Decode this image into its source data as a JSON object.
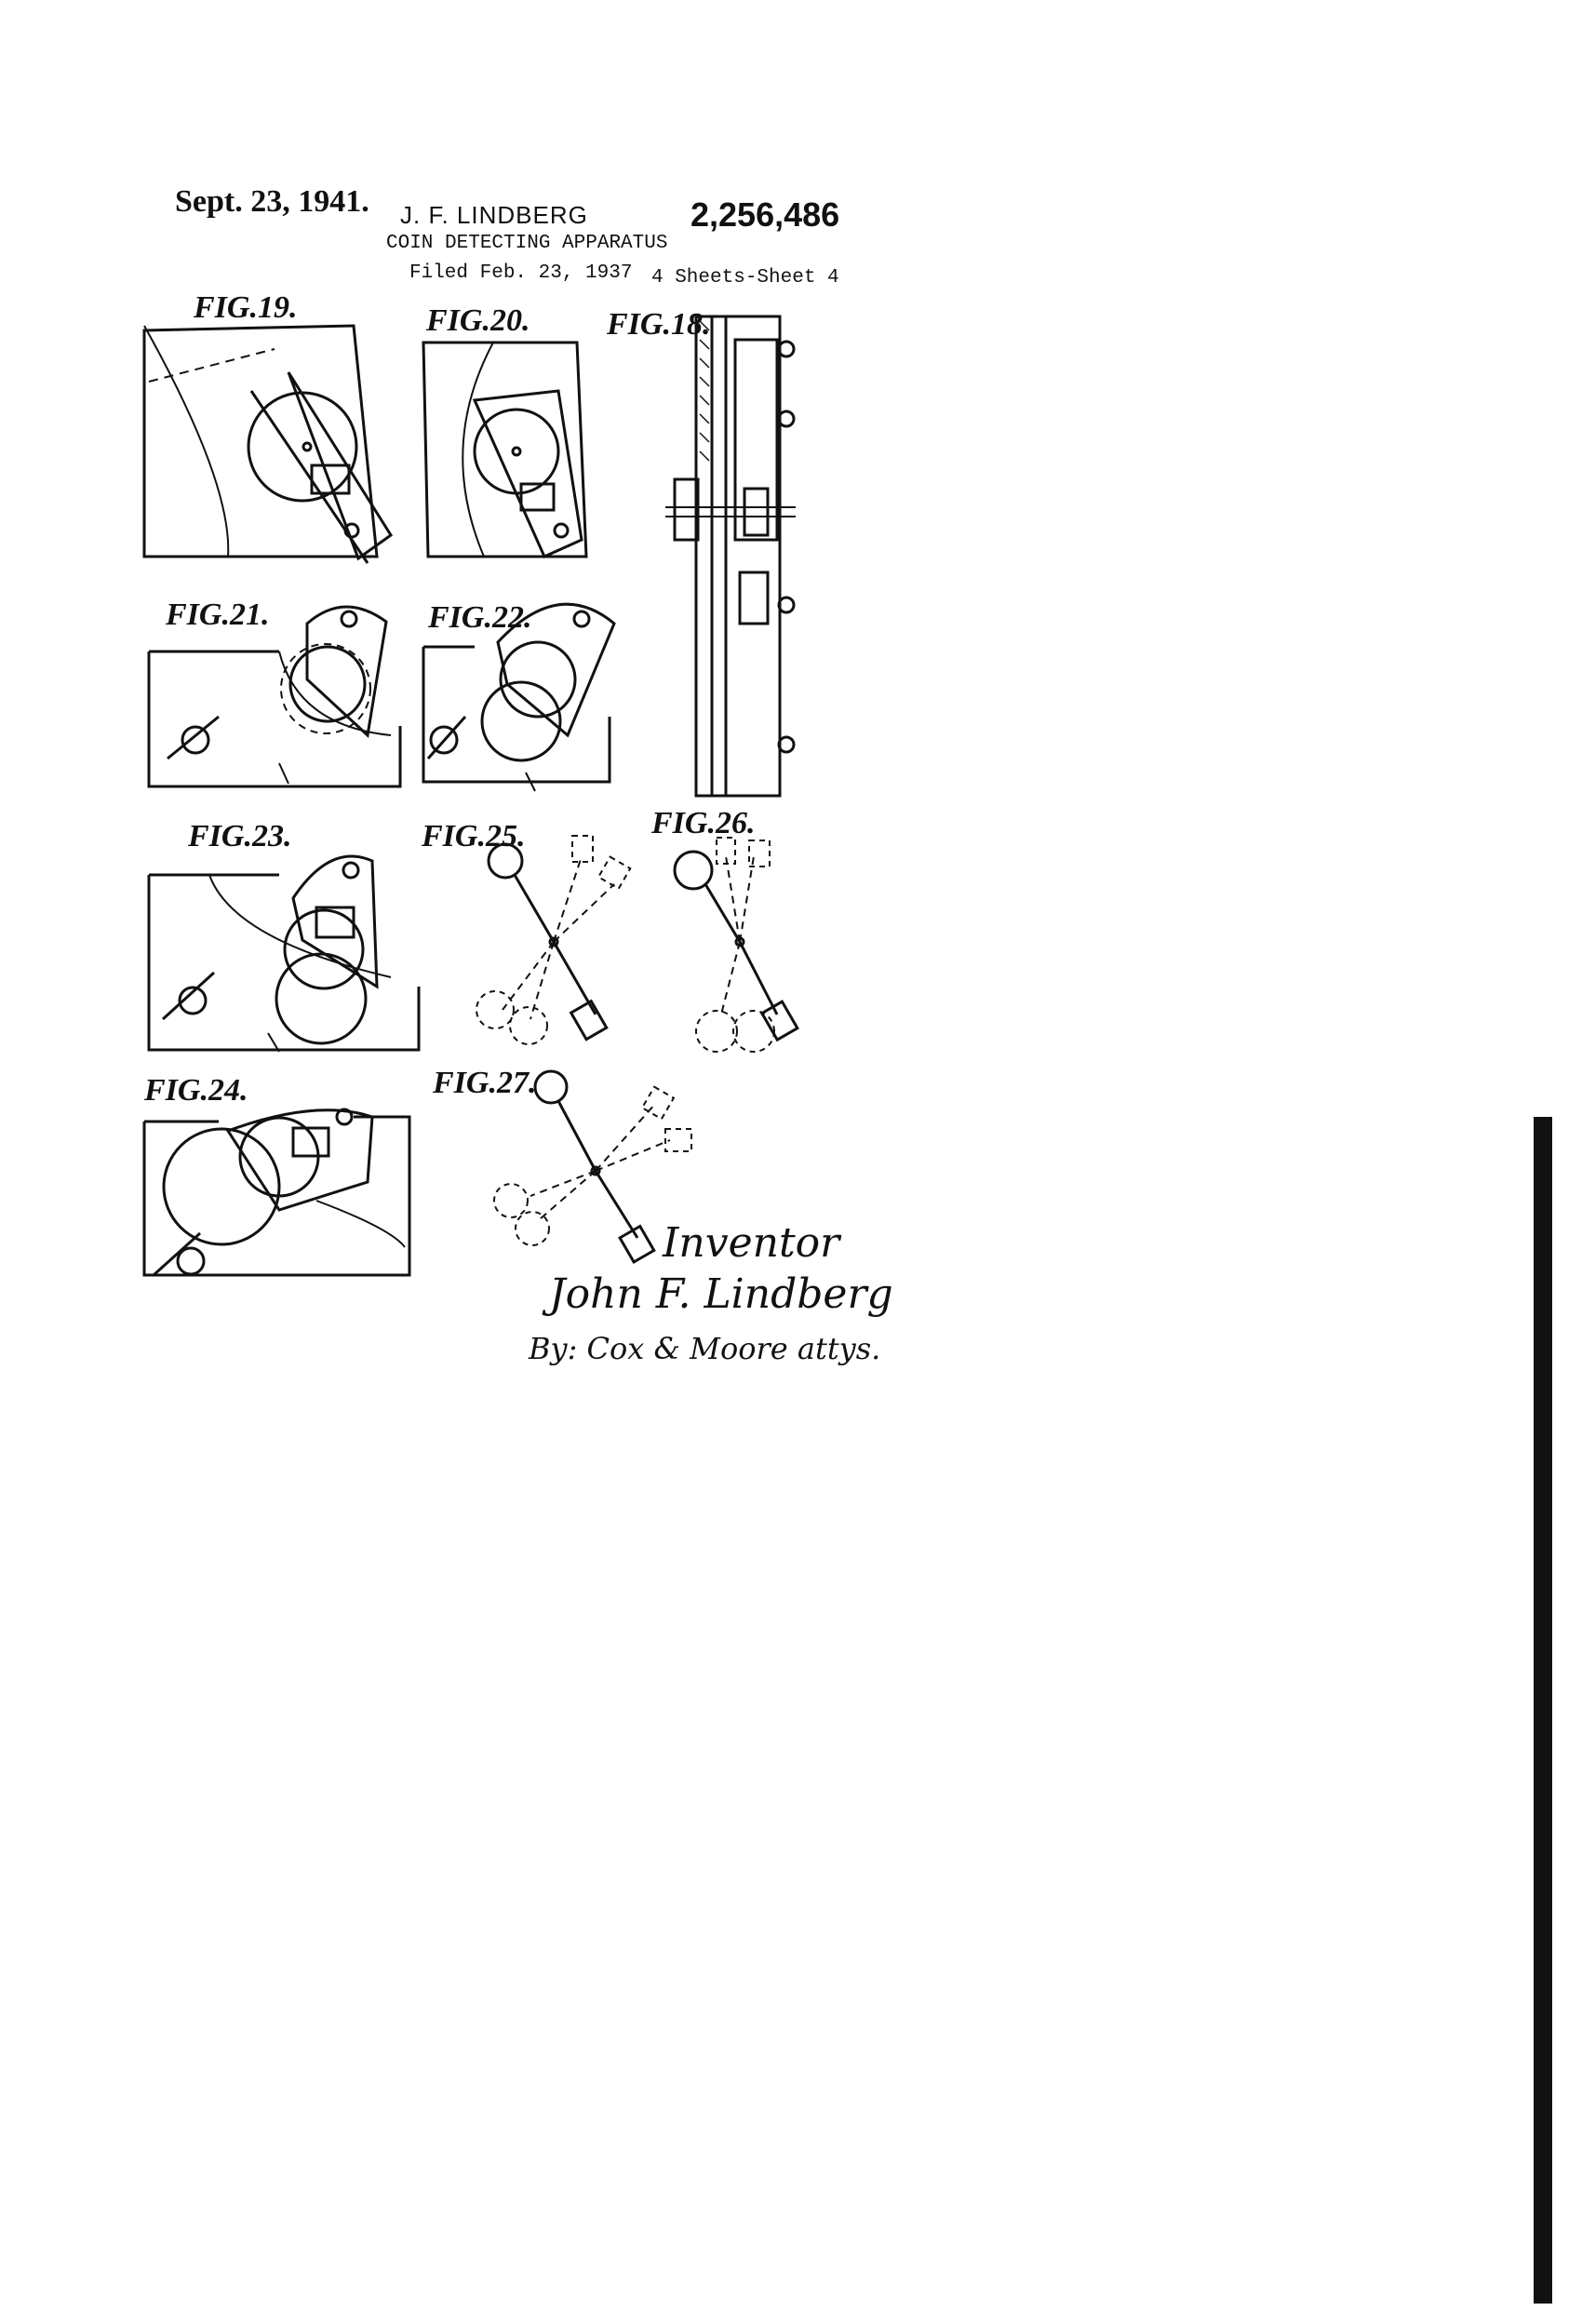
{
  "header": {
    "date": "Sept. 23, 1941.",
    "inventor": "J. F. LINDBERG",
    "patent_number": "2,256,486",
    "title": "COIN DETECTING APPARATUS",
    "filed": "Filed Feb. 23, 1937",
    "sheets": "4 Sheets-Sheet 4"
  },
  "figures": [
    {
      "label": "FIG.19."
    },
    {
      "label": "FIG.20."
    },
    {
      "label": "FIG.18."
    },
    {
      "label": "FIG.21."
    },
    {
      "label": "FIG.22."
    },
    {
      "label": "FIG.23."
    },
    {
      "label": "FIG.25."
    },
    {
      "label": "FIG.26."
    },
    {
      "label": "FIG.24."
    },
    {
      "label": "FIG.27."
    }
  ],
  "signature": {
    "heading": "Inventor",
    "name": "John F. Lindberg",
    "attorneys": "By: Cox & Moore attys."
  }
}
